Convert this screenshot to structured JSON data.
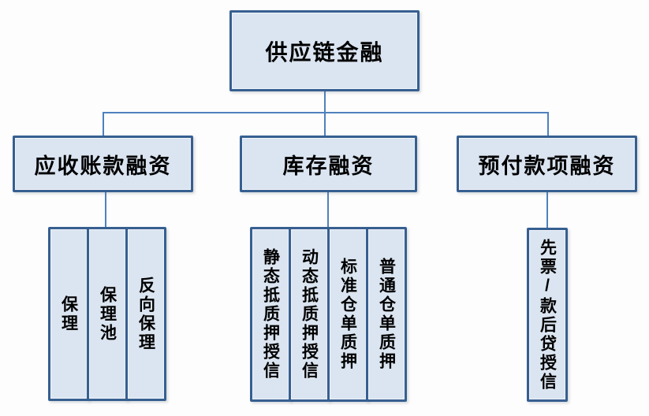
{
  "root": {
    "label": "供应链金融"
  },
  "branches": [
    {
      "label": "应收账款融资",
      "children": [
        {
          "label": "保理"
        },
        {
          "label": "保理池"
        },
        {
          "label": "反向保理"
        }
      ]
    },
    {
      "label": "库存融资",
      "children": [
        {
          "label": "静态抵质押授信"
        },
        {
          "label": "动态抵质押授信"
        },
        {
          "label": "标准仓单质押"
        },
        {
          "label": "普通仓单质押"
        }
      ]
    },
    {
      "label": "预付款项融资",
      "children": [
        {
          "label": "先票/款后贷授信"
        }
      ]
    }
  ],
  "colors": {
    "box_fill": "#dbe5f1",
    "box_border": "#365f91",
    "connector": "#4f81bd",
    "background": "#fdfdfd"
  }
}
